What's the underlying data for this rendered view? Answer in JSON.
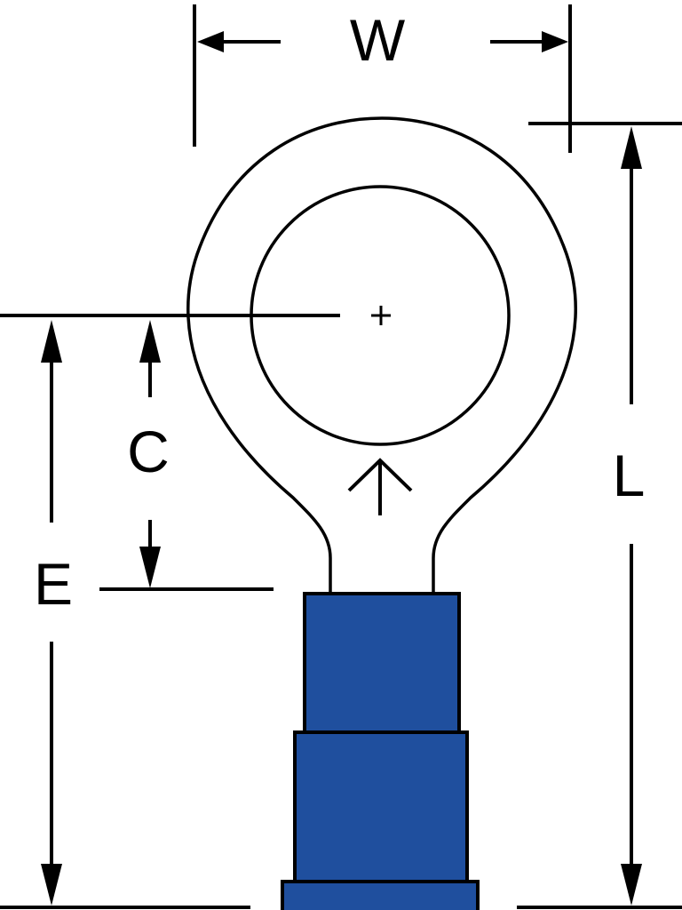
{
  "diagram": {
    "labels": {
      "w": "W",
      "l": "L",
      "c": "C",
      "e": "E"
    },
    "colors": {
      "insulation": "#1f4f9e",
      "line": "#000000",
      "background": "#ffffff"
    }
  }
}
